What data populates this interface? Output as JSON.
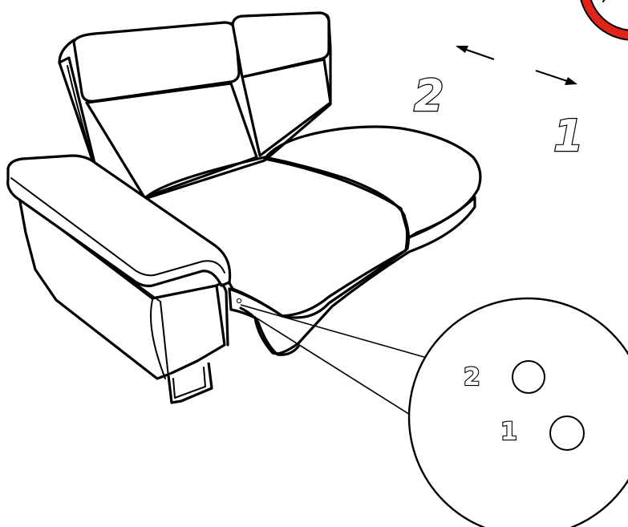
{
  "colors": {
    "line": "#000000",
    "seat": "#b8b8b8",
    "background": "#ffffff",
    "warning_red": "#e2231a"
  },
  "direction_labels": {
    "left_arrow_number": "2",
    "right_arrow_number": "1"
  },
  "inset": {
    "upper_button_number": "2",
    "lower_button_number": "1"
  },
  "icons": [
    "sofa-illustration",
    "double-arrow-icon",
    "control-button-icon",
    "prohibition-sign-icon",
    "magnifier-callout"
  ]
}
